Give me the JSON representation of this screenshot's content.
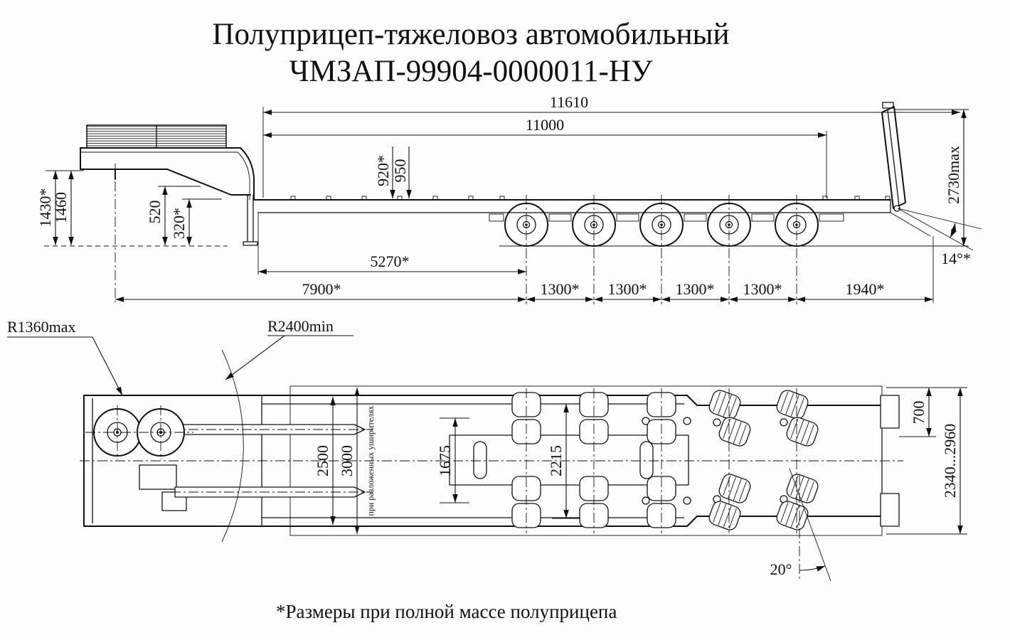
{
  "title": {
    "line1": "Полуприцеп-тяжеловоз автомобильный",
    "line2": "ЧМЗАП-99904-0000011-НУ"
  },
  "side_view": {
    "overall_length": "11610",
    "platform_length": "11000",
    "loading_height_loaded": "920*",
    "loading_height": "950",
    "fifth_wheel_height_loaded": "1430*",
    "fifth_wheel_height": "1460",
    "clearance_520": "520",
    "clearance_320": "320*",
    "gooseneck_to_axle": "5270*",
    "kingpin_to_axle": "7900*",
    "axle_spacing": "1300*",
    "rear_section": "1940*",
    "ramp_height": "2730max",
    "ramp_angle": "14°*"
  },
  "top_view": {
    "turn_radius_max": "R1360max",
    "turn_radius_min": "R2400min",
    "platform_width": "2500",
    "width_with_extenders": "3000",
    "extenders_note": "при разложенных уширителях",
    "frame_inner_width": "1675",
    "frame_width": "2215",
    "offset_700": "700",
    "track_range": "2340...2960",
    "steer_angle": "20°"
  },
  "footnote": "*Размеры при полной массе полуприцепа"
}
